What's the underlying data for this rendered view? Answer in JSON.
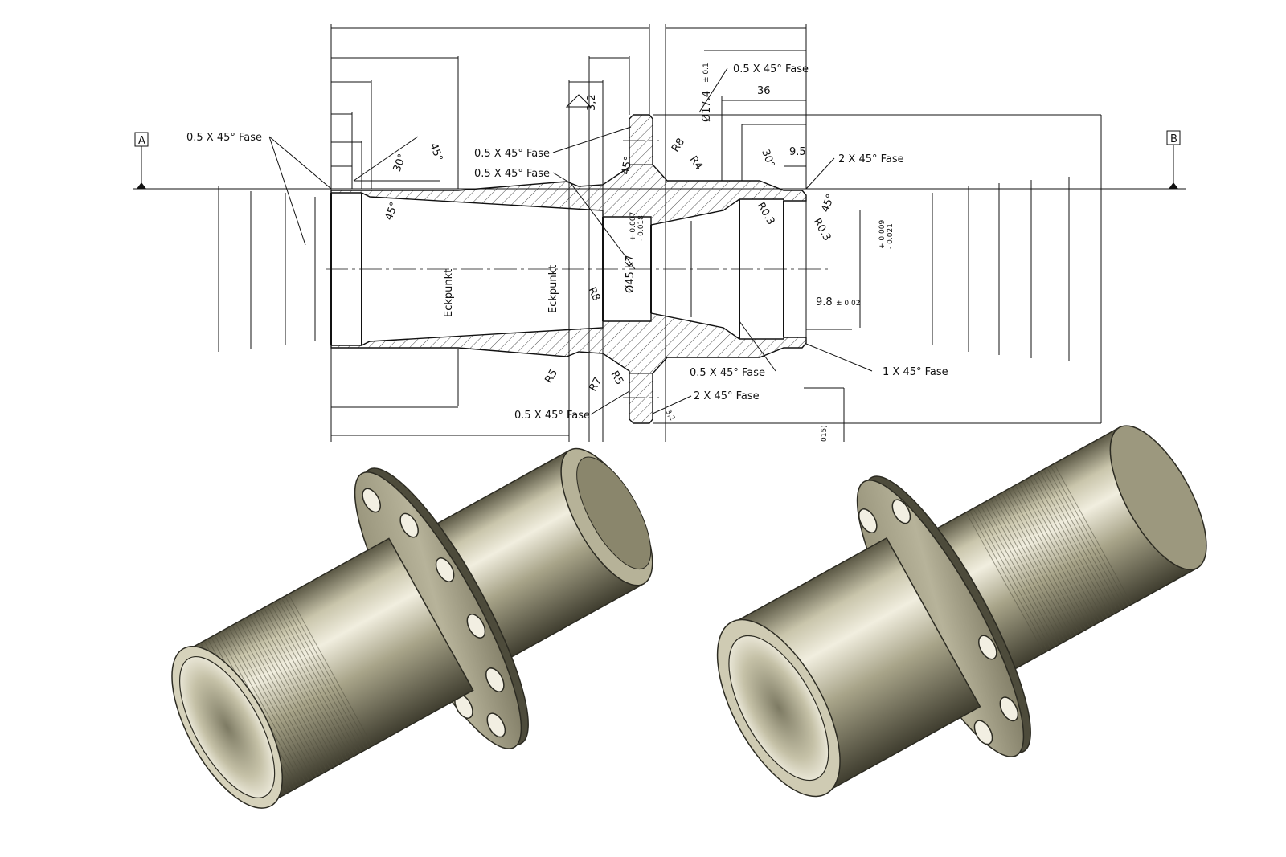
{
  "drawing": {
    "datum_a": "A",
    "datum_b": "B",
    "labels": {
      "fase_left_top": "0.5 X 45° Fase",
      "fase_mid1": "0.5 X 45° Fase",
      "fase_mid2": "0.5 X 45° Fase",
      "fase_top_right": "0.5 X 45° Fase",
      "fase_2x_top": "2 X 45° Fase",
      "fase_bottom_center": "0.5 X 45° Fase",
      "fase_1x": "1 X 45° Fase",
      "fase_2x_bottom": "2 X 45° Fase",
      "fase_bottom_left": "0.5 X 45° Fase",
      "angle_30_left": "30°",
      "angle_45_left_top": "45°",
      "angle_45_left_inner": "45°",
      "angle_45_flange": "45°",
      "angle_30_right": "30°",
      "angle_45_right": "45°",
      "roughness_top": "3,2",
      "roughness_bottom": "3,2",
      "dia_17": "Ø17.4",
      "dia_17_tol": "± 0.1",
      "dim_36": "36",
      "dim_9_5": "9.5",
      "r8_top": "R8",
      "r4": "R4",
      "r03_a": "R0.3",
      "r03_b": "R0.3",
      "dia_45": "Ø45 K7",
      "dia_45_tol_upper": "+ 0.007",
      "dia_45_tol_lower": "- 0.018",
      "right_tol_upper": "+ 0.009",
      "right_tol_lower": "- 0.021",
      "dim_9_8": "9.8",
      "dim_9_8_tol": "± 0.02",
      "eckpunkt_1": "Eckpunkt",
      "eckpunkt_2": "Eckpunkt",
      "r8_bottom": "R8",
      "r5_a": "R5",
      "r7": "R7",
      "r5_b": "R5",
      "cut_off": "015)"
    }
  },
  "renders": {
    "metal_light": "#e6e2cf",
    "metal_mid": "#a9a58a",
    "metal_dark": "#4a4837"
  }
}
